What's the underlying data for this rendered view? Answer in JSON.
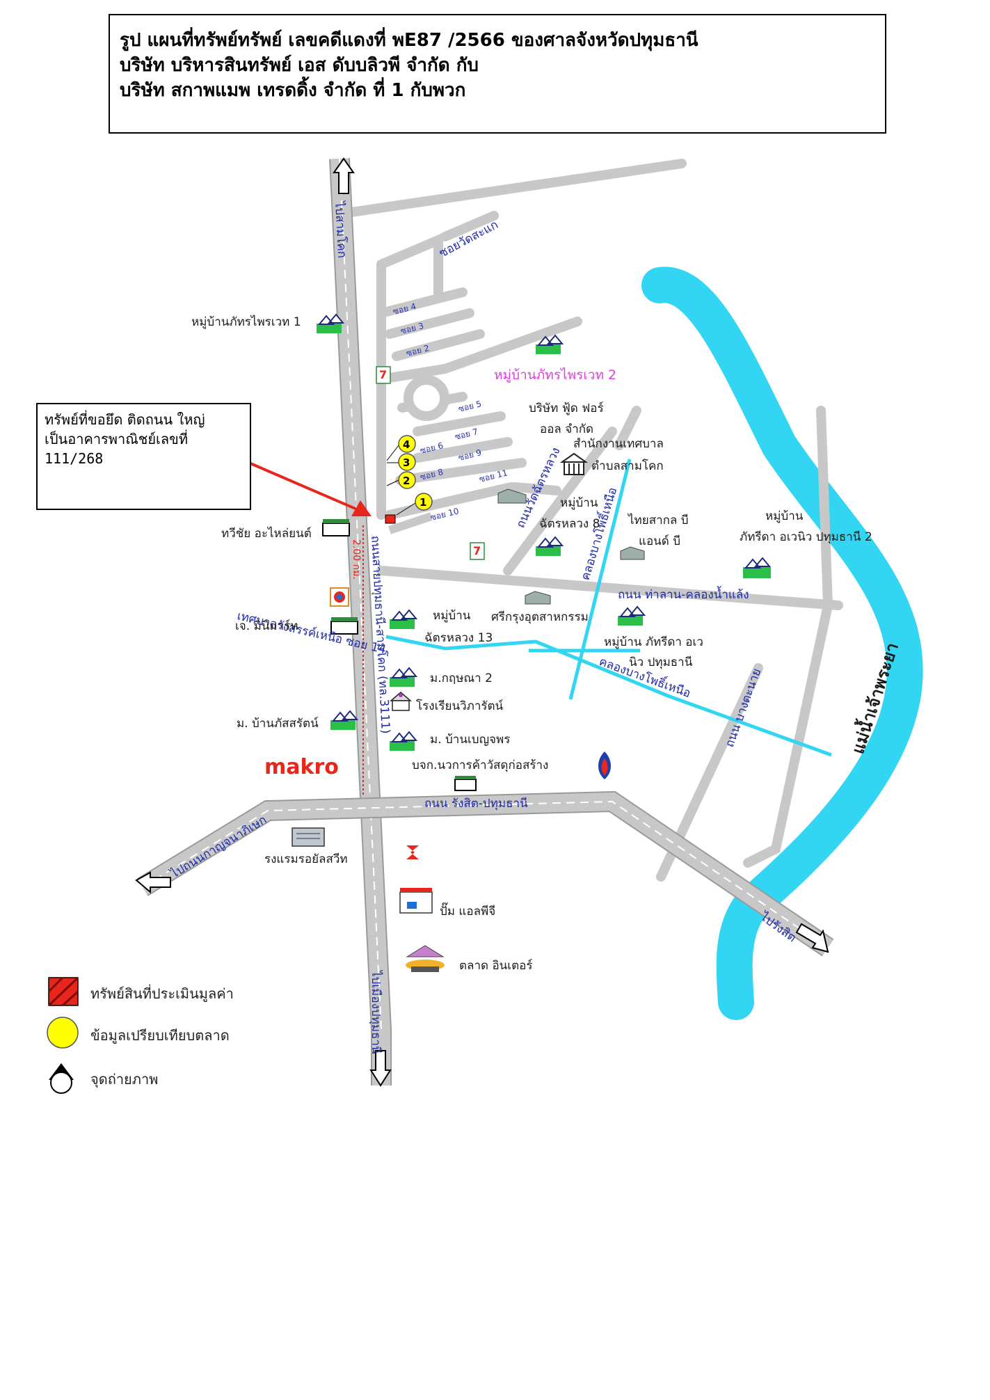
{
  "header": {
    "line1": "รูป แผนที่ทรัพย์ทรัพย์ เลขคดีแดงที่ พE87 /2566 ของศาลจังหวัดปทุมธานี",
    "line2": "บริษัท บริหารสินทรัพย์ เอส ดับบลิวพี จำกัด กับ",
    "line3": "บริษัท สกาพแมพ เทรดดิ้ง จำกัด ที่ 1 กับพวก"
  },
  "callout": {
    "line1": "ทรัพย์ที่ขอยึด ติดถนน ใหญ่",
    "line2": "เป็นอาคารพาณิชย์เลขที่",
    "line3": "111/268"
  },
  "roads": {
    "to_samkhok": "ไปสามโคก",
    "soi_wat_sakae": "ซอยวัดสะแก",
    "main_road": "ถนนสายปทุมธานี-สามโคก (ทล.3111)",
    "distance": "2.00 กม.",
    "soi_wat_chatluang": "ถนนวัดฉัตรหลวง",
    "khlong_bang_pho_nuea_1": "คลองบางโพธิ์เหนือ",
    "khlong_bang_pho_nuea_2": "คลองบางโพธิ์เหนือ",
    "tha_lan_road": "ถนน ท่าลาน-คลองน้ำแล้ง",
    "rangsit_pathum_road": "ถนน รังสิต-ปทุมธานี",
    "tessaban_soi14": "เทศบาลรังสรรค์เหนือ ซอย 14",
    "to_kanchanaphisek": "ไปถนนกาญจนาภิเษก",
    "to_rangsit": "ไปรังสิต",
    "to_mueang_pathum": "ไปเมืองปทุมธานี",
    "to_bang_tanai": "ถนน บางตะนาย",
    "river": "แม่น้ำเจ้าพระยา"
  },
  "soi": [
    "ซอย 4",
    "ซอย 3",
    "ซอย 2",
    "ซอย 5",
    "ซอย 7",
    "ซอย 6",
    "ซอย 9",
    "ซอย 8",
    "ซอย 11",
    "ซอย 10"
  ],
  "places": {
    "phatthara_1": "หมู่บ้านภัทรไพรเวท 1",
    "phatthara_2": "หมู่บ้านภัทรไพรเวท 2",
    "food_for_all_1": "บริษัท ฟู้ด ฟอร์",
    "food_for_all_2": "ออล จำกัด",
    "tessaban_1": "สำนักงานเทศบาล",
    "tessaban_2": "ตำบลสามโคก",
    "chatluang8_1": "หมู่บ้าน",
    "chatluang8_2": "ฉัตรหลวง 8",
    "thaisakol_1": "ไทยสากล บี",
    "thaisakol_2": "แอนด์ บี",
    "phatthida2_1": "หมู่บ้าน",
    "phatthida2_2": "ภัทรีดา อเวนิว ปทุมธานี 2",
    "thawichai": "ทวีชัย อะไหล่ยนต์",
    "jay_minimart": "เจ. มินิมาร์ท",
    "chatluang13_1": "หมู่บ้าน",
    "chatluang13_2": "ฉัตรหลวง 13",
    "srikrung": "ศรีกรุงอุตสาหกรรม",
    "phatthida_1": "หมู่บ้าน ภัทรีดา อเว",
    "phatthida_2": "นิว ปทุมธานี",
    "kritsana2": "ม.กฤษณา 2",
    "school": "โรงเรียนวิภารัตน์",
    "phatsarat": "ม. บ้านภัสสรัตน์",
    "benchaphon": "ม. บ้านเบญจพร",
    "makro": "makro",
    "nawakan": "บจก.นวการค้าวัสดุก่อสร้าง",
    "hotel": "รงแรมรอยัลสวีท",
    "lpg": "ปั๊ม แอลพีจี",
    "market": "ตลาด อินเตอร์"
  },
  "markers": [
    "4",
    "3",
    "2",
    "1"
  ],
  "legend": {
    "property": "ทรัพย์สินที่ประเมินมูลค่า",
    "comparison": "ข้อมูลเปรียบเทียบตลาด",
    "photo_point": "จุดถ่ายภาพ"
  },
  "colors": {
    "road": "#c8c8c8",
    "canal": "#33d6f2",
    "arrow": "#e8261c",
    "marker": "#ffff00",
    "road_text": "#1e2aa8",
    "pink_text": "#e040e0"
  }
}
